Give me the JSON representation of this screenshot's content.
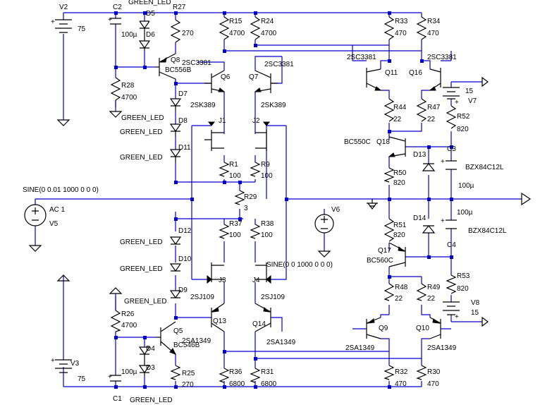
{
  "schematic": {
    "parts": [
      {
        "ref": "V2",
        "value": "75"
      },
      {
        "ref": "V3",
        "value": "75"
      },
      {
        "ref": "V5",
        "value": "AC 1",
        "source": "SINE(0 0.01 1000 0 0 0)"
      },
      {
        "ref": "V6",
        "value": "",
        "source": "SINE(0 0 1000 0 0 0)"
      },
      {
        "ref": "V7",
        "value": "15"
      },
      {
        "ref": "V8",
        "value": "15"
      },
      {
        "ref": "C1",
        "value": "100µ"
      },
      {
        "ref": "C2",
        "value": "100µ"
      },
      {
        "ref": "C3",
        "value": "100µ"
      },
      {
        "ref": "C4",
        "value": "100µ"
      },
      {
        "ref": "R1",
        "value": "100"
      },
      {
        "ref": "R9",
        "value": "100"
      },
      {
        "ref": "R15",
        "value": "4700"
      },
      {
        "ref": "R24",
        "value": "4700"
      },
      {
        "ref": "R25",
        "value": "270"
      },
      {
        "ref": "R26",
        "value": "4700"
      },
      {
        "ref": "R27",
        "value": "270"
      },
      {
        "ref": "R28",
        "value": "4700"
      },
      {
        "ref": "R29",
        "value": "3"
      },
      {
        "ref": "R30",
        "value": "470"
      },
      {
        "ref": "R31",
        "value": "6800"
      },
      {
        "ref": "R32",
        "value": "470"
      },
      {
        "ref": "R33",
        "value": "470"
      },
      {
        "ref": "R34",
        "value": "470"
      },
      {
        "ref": "R36",
        "value": "6800"
      },
      {
        "ref": "R37",
        "value": "100"
      },
      {
        "ref": "R38",
        "value": "100"
      },
      {
        "ref": "R44",
        "value": "22"
      },
      {
        "ref": "R47",
        "value": "22"
      },
      {
        "ref": "R48",
        "value": "22"
      },
      {
        "ref": "R49",
        "value": "22"
      },
      {
        "ref": "R50",
        "value": "820"
      },
      {
        "ref": "R51",
        "value": "820"
      },
      {
        "ref": "R52",
        "value": "820"
      },
      {
        "ref": "R53",
        "value": "820"
      },
      {
        "ref": "Q5",
        "value": "BC546B"
      },
      {
        "ref": "Q6",
        "value": "2SC3381"
      },
      {
        "ref": "Q7",
        "value": "2SC3381"
      },
      {
        "ref": "Q8",
        "value": "BC556B"
      },
      {
        "ref": "Q9",
        "value": "2SA1349"
      },
      {
        "ref": "Q10",
        "value": "2SA1349"
      },
      {
        "ref": "Q11",
        "value": "2SC3381"
      },
      {
        "ref": "Q13",
        "value": "2SA1349"
      },
      {
        "ref": "Q14",
        "value": "2SA1349"
      },
      {
        "ref": "Q16",
        "value": "2SC3381"
      },
      {
        "ref": "Q17",
        "value": "BC560C"
      },
      {
        "ref": "Q18",
        "value": "BC550C"
      },
      {
        "ref": "J1",
        "value": "2SK389"
      },
      {
        "ref": "J2",
        "value": "2SK389"
      },
      {
        "ref": "J3",
        "value": "2SJ109"
      },
      {
        "ref": "J4",
        "value": "2SJ109"
      },
      {
        "ref": "D3",
        "value": ""
      },
      {
        "ref": "D4",
        "value": ""
      },
      {
        "ref": "D5",
        "value": "GREEN_LED"
      },
      {
        "ref": "D6",
        "value": ""
      },
      {
        "ref": "D7",
        "value": "GREEN_LED"
      },
      {
        "ref": "D8",
        "value": "GREEN_LED"
      },
      {
        "ref": "D9",
        "value": "GREEN_LED"
      },
      {
        "ref": "D10",
        "value": "GREEN_LED"
      },
      {
        "ref": "D11",
        "value": "GREEN_LED"
      },
      {
        "ref": "D12",
        "value": "GREEN_LED"
      },
      {
        "ref": "D13",
        "value": "BZX84C12L"
      },
      {
        "ref": "D14",
        "value": "BZX84C12L"
      }
    ],
    "bottom_led_label": "GREEN_LED"
  }
}
